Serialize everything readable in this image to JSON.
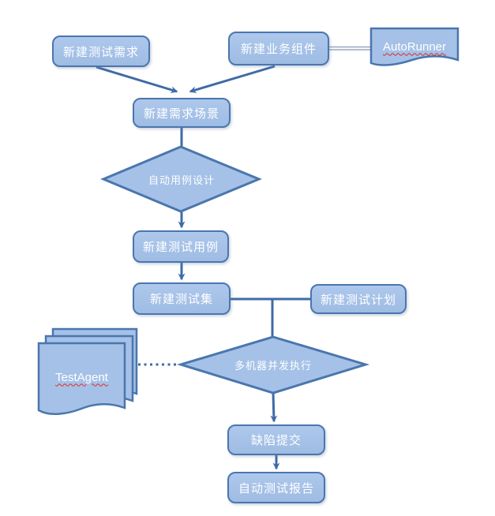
{
  "diagram": {
    "title": "automated-testing-workflow-flowchart",
    "colors": {
      "shape_fill": "#a5c1e7",
      "shape_border": "#4a76ae",
      "connector": "#3f6ba6",
      "double_line": "#9aa5bf",
      "label_text": "#ffffff",
      "spellcheck_underline": "#e02b2b",
      "background": "#ffffff"
    },
    "nodes": {
      "new_test_requirement": {
        "label": "新建测试需求",
        "shape": "rounded-rectangle"
      },
      "new_business_component": {
        "label": "新建业务组件",
        "shape": "rounded-rectangle"
      },
      "autorunner": {
        "label": "AutoRunner",
        "shape": "document",
        "spellcheck_marked": true
      },
      "new_requirement_scenario": {
        "label": "新建需求场景",
        "shape": "rounded-rectangle"
      },
      "auto_case_design": {
        "label": "自动用例设计",
        "shape": "decision-diamond"
      },
      "new_test_case": {
        "label": "新建测试用例",
        "shape": "rounded-rectangle"
      },
      "new_test_set": {
        "label": "新建测试集",
        "shape": "rounded-rectangle"
      },
      "new_test_plan": {
        "label": "新建测试计划",
        "shape": "rounded-rectangle"
      },
      "testagent": {
        "label": "TestAgent",
        "shape": "document-stack",
        "stack_count": 3,
        "spellcheck_marked": true
      },
      "multi_machine_parallel_execution": {
        "label": "多机器并发执行",
        "shape": "decision-diamond"
      },
      "defect_submission": {
        "label": "缺陷提交",
        "shape": "rounded-rectangle"
      },
      "auto_test_report": {
        "label": "自动测试报告",
        "shape": "rounded-rectangle"
      }
    },
    "edges": [
      {
        "from": "new_test_requirement",
        "to": "new_requirement_scenario",
        "style": "arrow"
      },
      {
        "from": "new_business_component",
        "to": "new_requirement_scenario",
        "style": "arrow"
      },
      {
        "from": "new_business_component",
        "to": "autorunner",
        "style": "double-line"
      },
      {
        "from": "new_requirement_scenario",
        "to": "auto_case_design",
        "style": "line"
      },
      {
        "from": "auto_case_design",
        "to": "new_test_case",
        "style": "arrow"
      },
      {
        "from": "new_test_case",
        "to": "new_test_set",
        "style": "arrow"
      },
      {
        "from": "new_test_set",
        "to": "new_test_plan",
        "style": "line"
      },
      {
        "from": "new_test_set",
        "to": "multi_machine_parallel_execution",
        "style": "line"
      },
      {
        "from": "testagent",
        "to": "multi_machine_parallel_execution",
        "style": "dotted"
      },
      {
        "from": "multi_machine_parallel_execution",
        "to": "defect_submission",
        "style": "arrow"
      },
      {
        "from": "defect_submission",
        "to": "auto_test_report",
        "style": "arrow"
      }
    ]
  }
}
